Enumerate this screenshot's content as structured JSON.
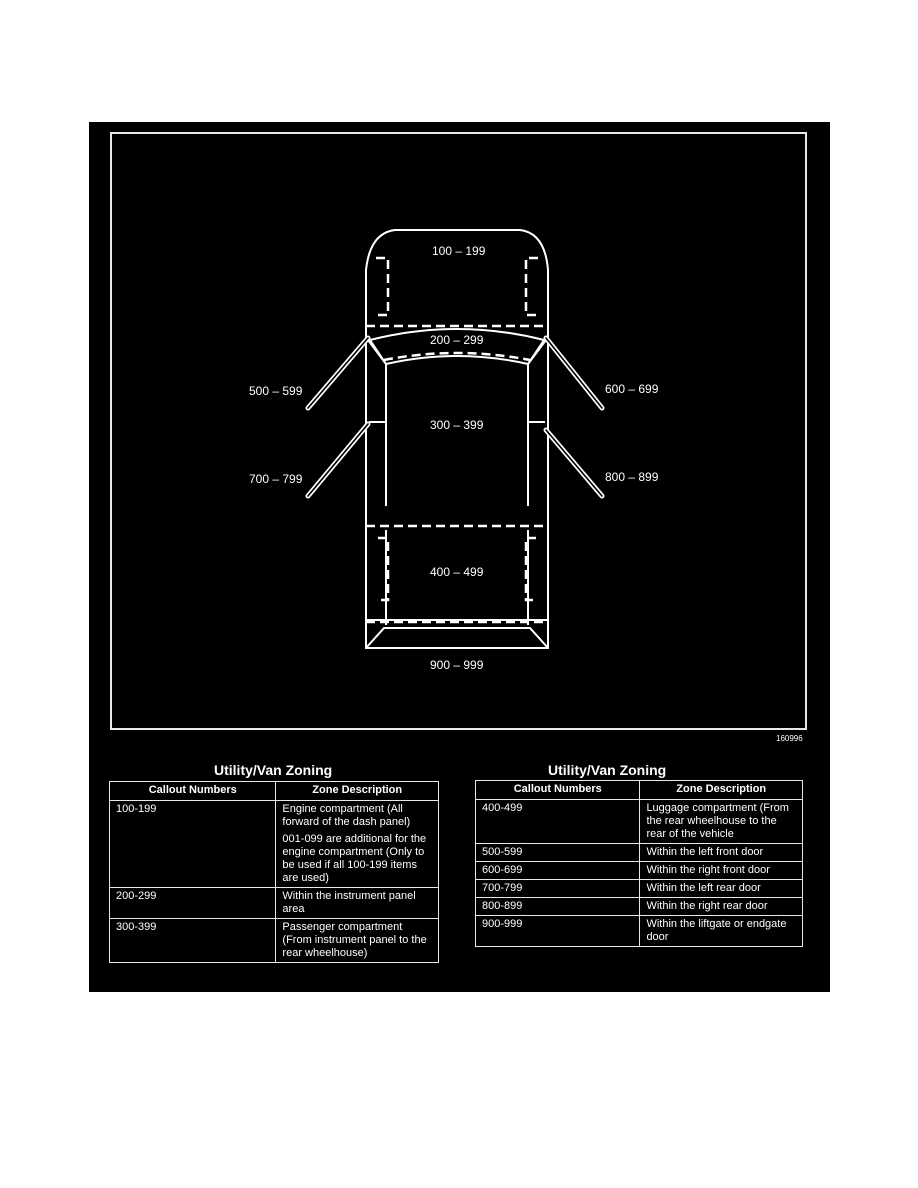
{
  "diagram": {
    "figure_number": "160996",
    "zones": {
      "engine": "100 – 199",
      "instrument_panel": "200 – 299",
      "passenger": "300 – 399",
      "luggage": "400 – 499",
      "left_front_door": "500 – 599",
      "right_front_door": "600 – 699",
      "left_rear_door": "700 – 799",
      "right_rear_door": "800 – 899",
      "liftgate": "900 – 999"
    }
  },
  "table_left": {
    "title": "Utility/Van Zoning",
    "headers": [
      "Callout Numbers",
      "Zone Description"
    ],
    "rows": [
      {
        "callout": "100-199",
        "desc": [
          "Engine compartment (All forward of the dash panel)",
          "001-099 are additional for the engine compartment (Only to be used if all 100-199 items are used)"
        ]
      },
      {
        "callout": "200-299",
        "desc": [
          "Within the instrument panel area"
        ]
      },
      {
        "callout": "300-399",
        "desc": [
          "Passenger compartment (From instrument panel to the rear wheelhouse)"
        ]
      }
    ]
  },
  "table_right": {
    "title": "Utility/Van Zoning",
    "headers": [
      "Callout Numbers",
      "Zone Description"
    ],
    "rows": [
      {
        "callout": "400-499",
        "desc": [
          "Luggage compartment (From the rear wheelhouse to the rear of the vehicle"
        ]
      },
      {
        "callout": "500-599",
        "desc": [
          "Within the left front door"
        ]
      },
      {
        "callout": "600-699",
        "desc": [
          "Within the right front door"
        ]
      },
      {
        "callout": "700-799",
        "desc": [
          "Within the left rear door"
        ]
      },
      {
        "callout": "800-899",
        "desc": [
          "Within the right rear door"
        ]
      },
      {
        "callout": "900-999",
        "desc": [
          "Within the liftgate or endgate door"
        ]
      }
    ]
  }
}
